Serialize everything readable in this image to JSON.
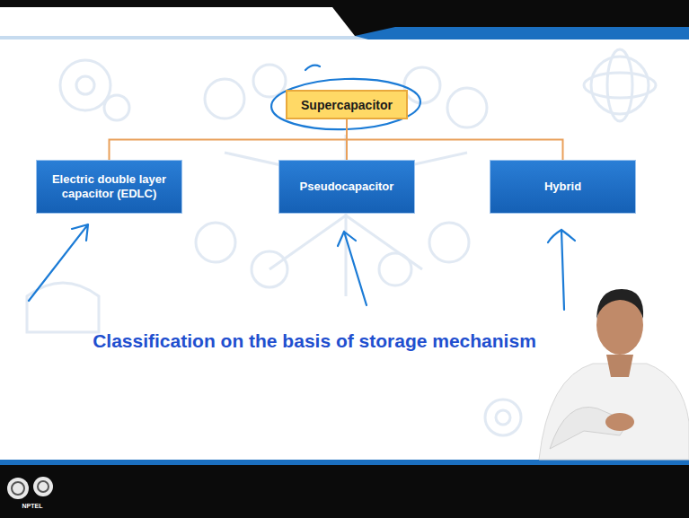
{
  "diagram": {
    "nodes": [
      {
        "text": [
          "Supercapacitor"
        ]
      },
      {
        "text": [
          "Electric double layer capacitor (EDLC)"
        ]
      },
      {
        "text": [
          "Pseudocapacitor"
        ]
      },
      {
        "text": [
          "Hybrid"
        ]
      }
    ],
    "edges": [
      {
        "from": 0,
        "to": 1,
        "arrow": "none"
      },
      {
        "from": 0,
        "to": 2,
        "arrow": "none"
      },
      {
        "from": 0,
        "to": 3,
        "arrow": "none"
      }
    ],
    "labels": [
      "Classification on the basis of storage mechanism",
      "NPTEL"
    ]
  }
}
